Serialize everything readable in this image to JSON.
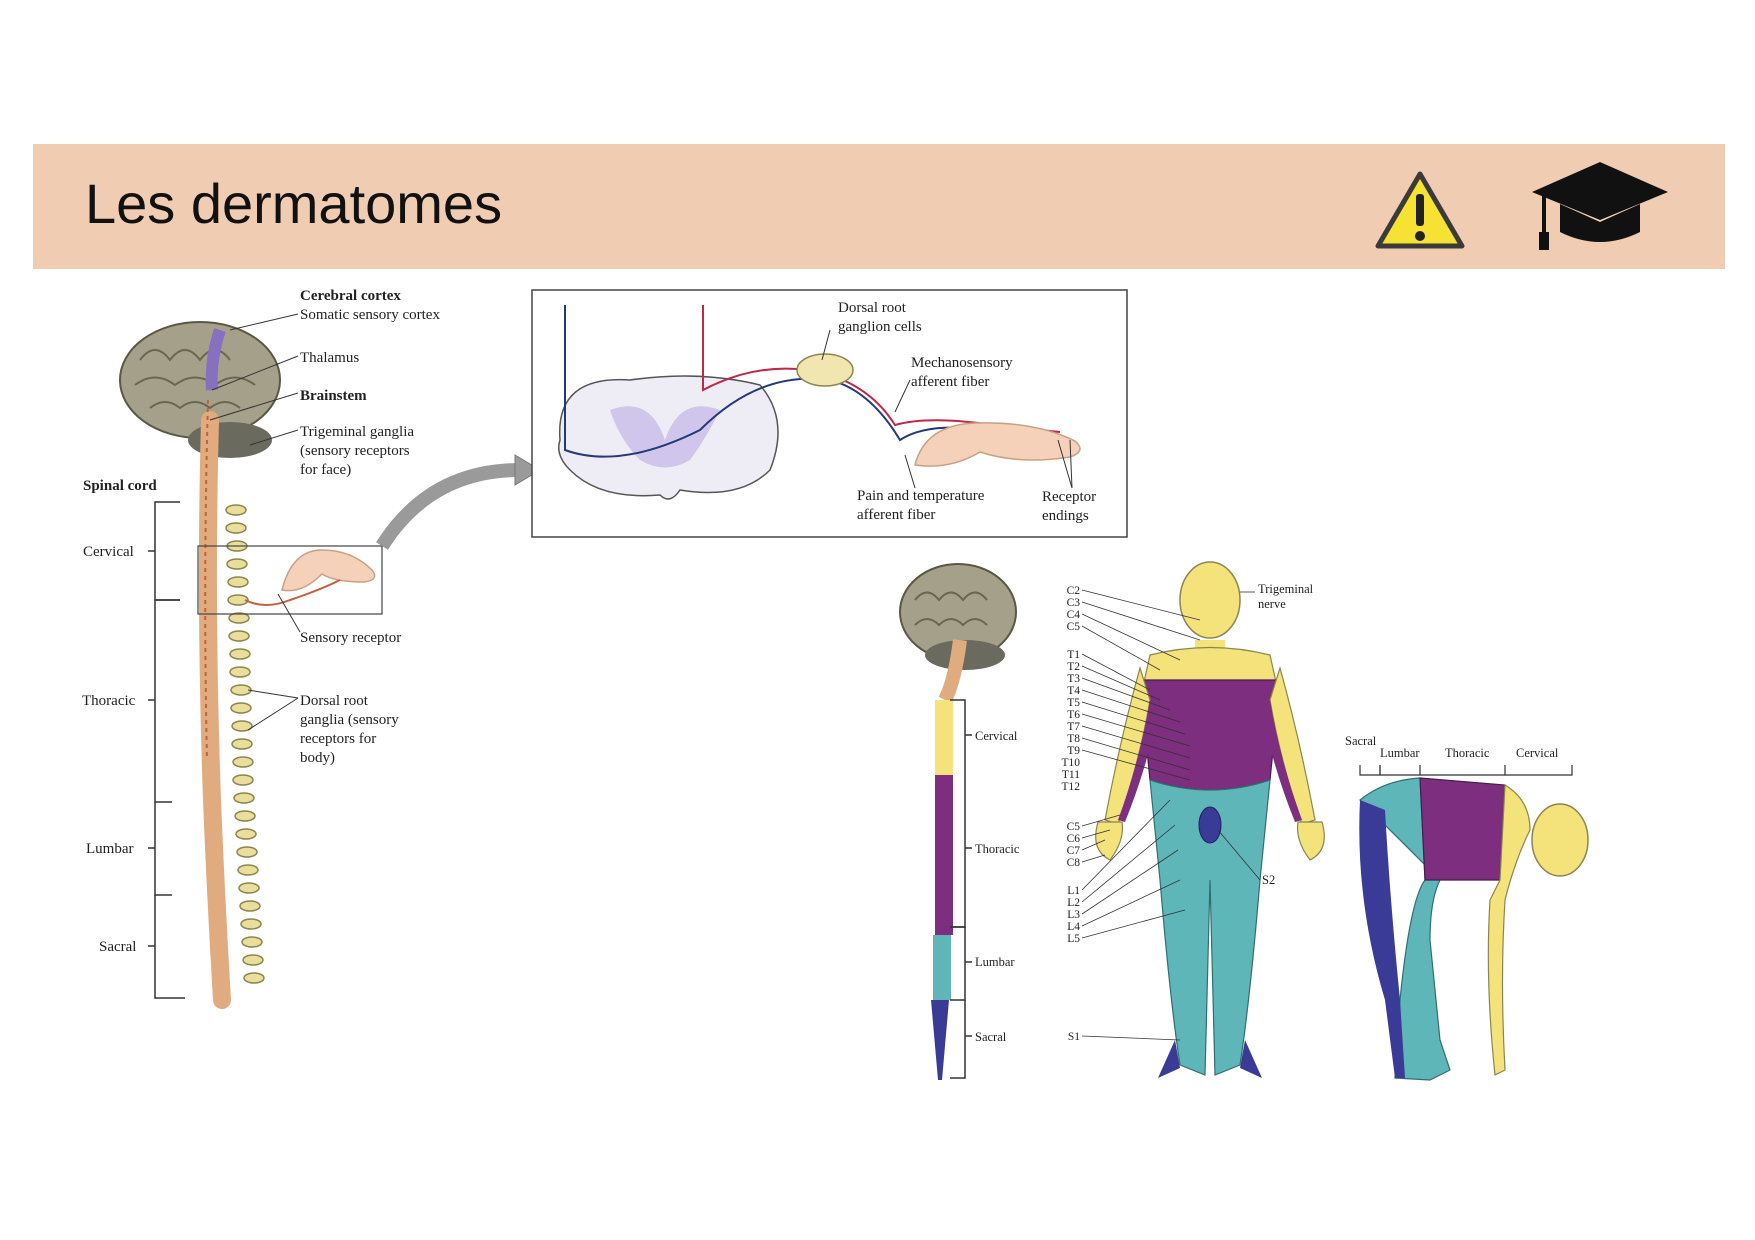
{
  "header": {
    "title": "Les dermatomes"
  },
  "icons": {
    "warning": "warning-triangle-icon",
    "education": "graduation-cap-icon"
  },
  "colors": {
    "banner": "#f0cdb2",
    "cervical": "#f4e27a",
    "thoracic": "#7d2e7e",
    "lumbar": "#5eb6b8",
    "sacral": "#3a3b96"
  },
  "left_figure": {
    "cerebral_cortex": "Cerebral cortex",
    "somatic_cortex": "Somatic sensory cortex",
    "thalamus": "Thalamus",
    "brainstem": "Brainstem",
    "trigeminal_1": "Trigeminal ganglia",
    "trigeminal_2": "(sensory receptors",
    "trigeminal_3": "for face)",
    "spinal_cord": "Spinal cord",
    "cervical": "Cervical",
    "thoracic": "Thoracic",
    "lumbar": "Lumbar",
    "sacral": "Sacral",
    "sensory_receptor": "Sensory receptor",
    "drg_1": "Dorsal root",
    "drg_2": "ganglia (sensory",
    "drg_3": "receptors for",
    "drg_4": "body)"
  },
  "inset": {
    "drg_cells_1": "Dorsal root",
    "drg_cells_2": "ganglion cells",
    "mechano_1": "Mechanosensory",
    "mechano_2": "afferent fiber",
    "pain_1": "Pain and temperature",
    "pain_2": "afferent fiber",
    "receptor_1": "Receptor",
    "receptor_2": "endings"
  },
  "spine_figure": {
    "cervical": "Cervical",
    "thoracic": "Thoracic",
    "lumbar": "Lumbar",
    "sacral": "Sacral"
  },
  "body_figure": {
    "trigeminal_1": "Trigeminal",
    "trigeminal_2": "nerve",
    "levels_upper": [
      "C2",
      "C3",
      "C4",
      "C5",
      "T1",
      "T2",
      "T3",
      "T4",
      "T5",
      "T6",
      "T7",
      "T8",
      "T9",
      "T10",
      "T11",
      "T12"
    ],
    "levels_arm": [
      "C5",
      "C6",
      "C7",
      "C8"
    ],
    "levels_leg": [
      "L1",
      "L2",
      "L3",
      "L4",
      "L5"
    ],
    "s1": "S1",
    "s2": "S2"
  },
  "bending_figure": {
    "sacral": "Sacral",
    "lumbar": "Lumbar",
    "thoracic": "Thoracic",
    "cervical": "Cervical"
  }
}
